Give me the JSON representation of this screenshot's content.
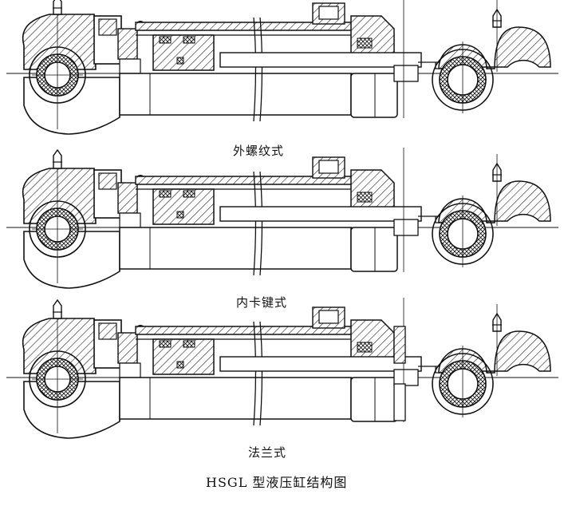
{
  "figure": {
    "panels": [
      {
        "caption": "外螺纹式"
      },
      {
        "caption": "内卡键式"
      },
      {
        "caption": "法兰式"
      }
    ],
    "title": "HSGL 型液压缸结构图"
  },
  "colors": {
    "line": "#111111",
    "paper": "#ffffff"
  }
}
